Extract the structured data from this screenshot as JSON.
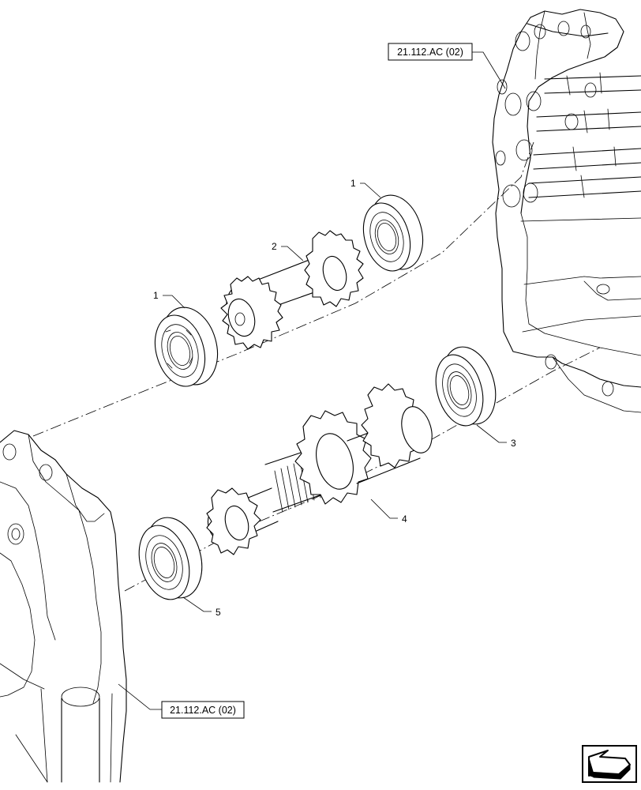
{
  "callouts": {
    "c1a": "1",
    "c1b": "1",
    "c2": "2",
    "c3": "3",
    "c4": "4",
    "c5": "5"
  },
  "references": {
    "top": "21.112.AC (02)",
    "bottom": "21.112.AC (02)"
  },
  "icons": {
    "nav_arrow": "navigation-arrow-icon"
  }
}
